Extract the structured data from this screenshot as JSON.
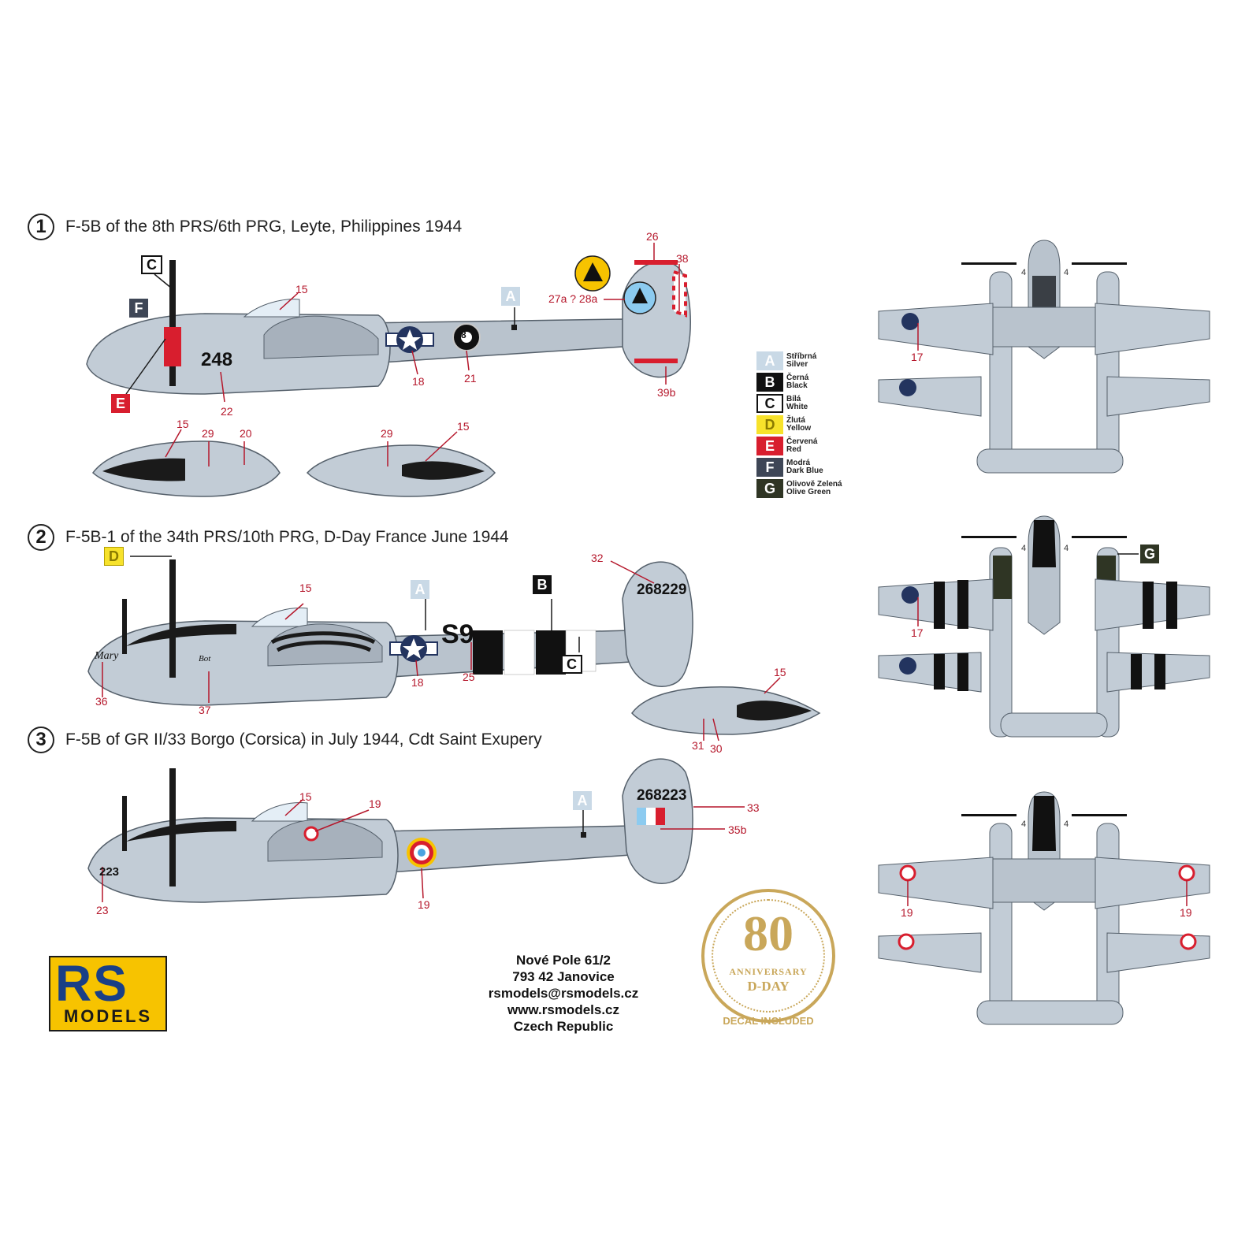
{
  "schemes": [
    {
      "number": "1",
      "title": "F-5B of the 8th PRS/6th PRG, Leyte, Philippines 1944",
      "code": "248",
      "chips": [
        "C",
        "F",
        "E",
        "A"
      ],
      "callouts": [
        "15",
        "26",
        "38",
        "27a ? 28a",
        "18",
        "21",
        "22",
        "39b",
        "15",
        "29",
        "20",
        "29",
        "15"
      ],
      "eight_ball": "8"
    },
    {
      "number": "2",
      "title": "F-5B-1 of the 34th PRS/10th PRG, D-Day France June 1944",
      "tail_serial": "268229",
      "fuselage_code": "S9",
      "nose_art": "Mary",
      "nose_art_2": "Bot",
      "chips": [
        "D",
        "A",
        "B",
        "C"
      ],
      "callouts": [
        "15",
        "32",
        "36",
        "37",
        "18",
        "25",
        "15",
        "31",
        "30"
      ]
    },
    {
      "number": "3",
      "title": "F-5B of GR II/33 Borgo (Corsica) in July 1944, Cdt Saint Exupery",
      "tail_serial": "268223",
      "nose_code": "223",
      "chips": [
        "A"
      ],
      "callouts": [
        "15",
        "19",
        "33",
        "35b",
        "19",
        "23"
      ]
    }
  ],
  "top_views": [
    {
      "callouts": [
        "4",
        "4",
        "17"
      ]
    },
    {
      "callouts": [
        "4",
        "4",
        "17"
      ],
      "chip": "G"
    },
    {
      "callouts": [
        "4",
        "4",
        "19",
        "19"
      ]
    }
  ],
  "legend": [
    {
      "letter": "A",
      "cz": "Stříbrná",
      "en": "Silver",
      "bg": "#c9d9e6",
      "fg": "#ffffff"
    },
    {
      "letter": "B",
      "cz": "Černá",
      "en": "Black",
      "bg": "#111111",
      "fg": "#ffffff"
    },
    {
      "letter": "C",
      "cz": "Bílá",
      "en": "White",
      "bg": "#ffffff",
      "fg": "#111111"
    },
    {
      "letter": "D",
      "cz": "Žlutá",
      "en": "Yellow",
      "bg": "#f7e22b",
      "fg": "#8a7a00"
    },
    {
      "letter": "E",
      "cz": "Červená",
      "en": "Red",
      "bg": "#d81e2e",
      "fg": "#ffffff"
    },
    {
      "letter": "F",
      "cz": "Modrá",
      "en": "Dark Blue",
      "bg": "#3e4656",
      "fg": "#ffffff"
    },
    {
      "letter": "G",
      "cz": "Olivově Zelená",
      "en": "Olive Green",
      "bg": "#2f3524",
      "fg": "#ffffff"
    }
  ],
  "logo": {
    "letters": "RS",
    "sub": "MODELS"
  },
  "address": [
    "Nové Pole 61/2",
    "793 42 Janovice",
    "rsmodels@rsmodels.cz",
    "www.rsmodels.cz",
    "Czech Republic"
  ],
  "badge": {
    "number": "80",
    "line1": "ANNIVERSARY",
    "line2": "D-DAY",
    "line3": "DECAL INCLUDED"
  },
  "colors": {
    "silver": "#b9c3cd",
    "silver_dark": "#8f9aa5",
    "callout": "#b5172b",
    "badge_gold": "#c9a75a"
  }
}
